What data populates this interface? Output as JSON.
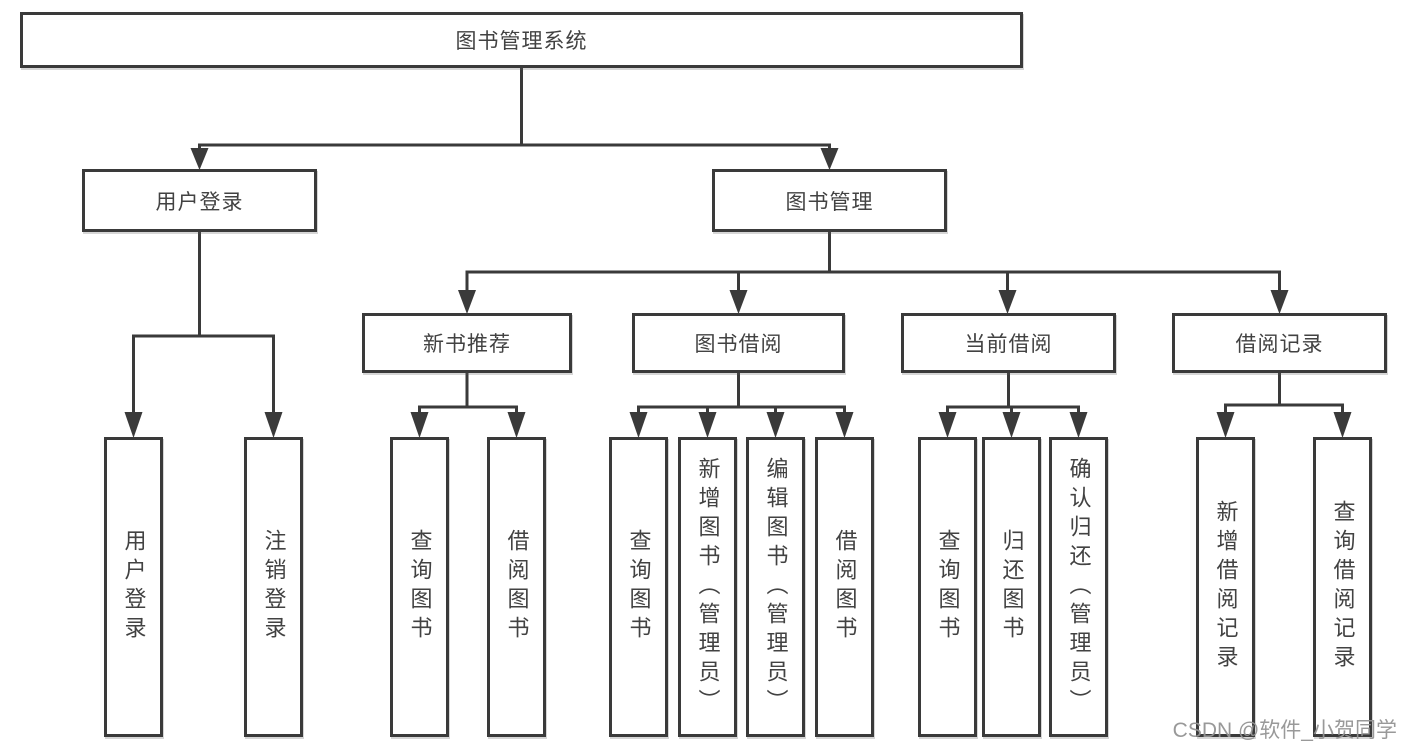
{
  "diagram": {
    "root": {
      "label": "图书管理系统"
    },
    "branches": [
      {
        "label": "用户登录",
        "leaves": [
          "用户登录",
          "注销登录"
        ]
      },
      {
        "label": "图书管理",
        "children": [
          {
            "label": "新书推荐",
            "leaves": [
              "查询图书",
              "借阅图书"
            ]
          },
          {
            "label": "图书借阅",
            "leaves": [
              "查询图书",
              "新增图书（管理员）",
              "编辑图书（管理员）",
              "借阅图书"
            ]
          },
          {
            "label": "当前借阅",
            "leaves": [
              "查询图书",
              "归还图书",
              "确认归还（管理员）"
            ]
          },
          {
            "label": "借阅记录",
            "leaves": [
              "新增借阅记录",
              "查询借阅记录"
            ]
          }
        ]
      }
    ]
  },
  "colors": {
    "line": "#3a3a3a",
    "box_fill": "#ffffff",
    "text": "#424242",
    "watermark": "#949494"
  },
  "watermark": {
    "text": "CSDN @软件_小贺同学"
  }
}
